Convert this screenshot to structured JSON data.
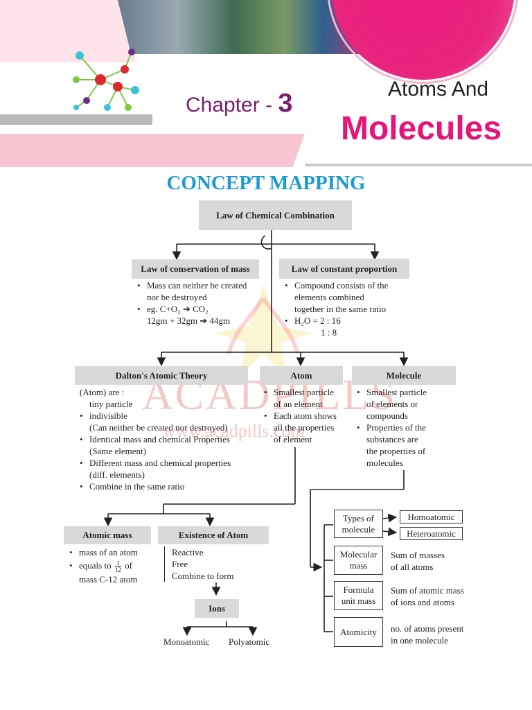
{
  "header": {
    "chapter_label": "Chapter -",
    "chapter_number": "3",
    "title_line1": "Atoms And",
    "title_line2": "Molecules",
    "accent_color": "#e5157a"
  },
  "concept_title": "CONCEPT MAPPING",
  "watermark": {
    "name": "ACADPILLS",
    "url": "www.acadpills.com"
  },
  "map": {
    "root": "Law of Chemical Combination",
    "conservation": {
      "title": "Law of conservation of mass",
      "b1": "Mass can neither be created",
      "b1b": "nor be destroyed",
      "b2": "eg. C+O₂ ➔ CO₂",
      "b2b": "12gm + 32gm ➔ 44gm"
    },
    "constant": {
      "title": "Law of constant proportion",
      "b1": "Compound consists of the",
      "b1b": "elements combined",
      "b1c": "together in the same ratio",
      "b2": "H₂O = 2 : 16",
      "b2b": "1 : 8"
    },
    "dalton": {
      "title": "Dalton's Atomic Theory",
      "l1": "(Atom) are :",
      "l2": "tiny particle",
      "l3": "indivisible",
      "l4": "(Can neither be created nor destroyed)",
      "l5": "Identical mass and chemical Properties",
      "l6": "(Same element)",
      "l7": "Different mass and chemical properties",
      "l8": "(diff. elements)",
      "l9": "Combine in the same ratio"
    },
    "atom": {
      "title": "Atom",
      "b1": "Smallest particle",
      "b1b": "of an element",
      "b2": "Each atom shows",
      "b2b": "all the properties",
      "b2c": "of element"
    },
    "molecule": {
      "title": "Molecule",
      "b1": "Smallest particle",
      "b1b": "of elements or",
      "b1c": "compounds",
      "b2": "Properties of the",
      "b2b": "substances are",
      "b2c": "the properties of",
      "b2d": "molecules"
    },
    "atomic_mass": {
      "title": "Atomic mass",
      "b1": "mass of an atom",
      "b2_pre": "equals to",
      "frac_num": "1",
      "frac_den": "12",
      "b2_post": "of",
      "b2b": "mass C-12 atom"
    },
    "existence": {
      "title": "Existence of Atom",
      "i1": "Reactive",
      "i2": "Free",
      "i3": "Combine to form"
    },
    "ions": {
      "title": "Ions",
      "left": "Monoatomic",
      "right": "Polyatomic"
    },
    "types": {
      "title_l1": "Types of",
      "title_l2": "molecule",
      "homo": "Homoatomic",
      "hetero": "Heteroatomic"
    },
    "molecular_mass": {
      "l1": "Molecular",
      "l2": "mass",
      "desc1": "Sum of masses",
      "desc2": "of all atoms"
    },
    "formula_unit": {
      "l1": "Formula",
      "l2": "unit mass",
      "desc1": "Sum of atomic mass",
      "desc2": "of ions and atoms"
    },
    "atomicity": {
      "label": "Atomicity",
      "desc1": "no. of atoms present",
      "desc2": "in one molecule"
    }
  }
}
